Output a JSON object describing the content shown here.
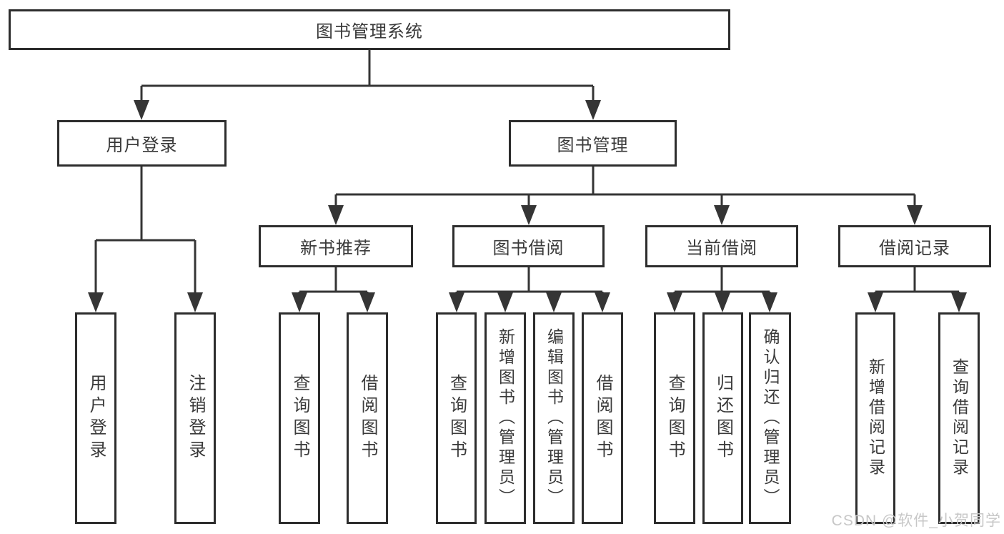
{
  "page": {
    "watermark": "CSDN @软件_小贺同学"
  },
  "tree": {
    "root": {
      "label": "图书管理系统"
    },
    "branches": [
      {
        "label": "用户登录",
        "children": [
          {
            "label": "用户登录"
          },
          {
            "label": "注销登录"
          }
        ]
      },
      {
        "label": "图书管理",
        "children": [
          {
            "label": "新书推荐",
            "children": [
              {
                "label": "查询图书"
              },
              {
                "label": "借阅图书"
              }
            ]
          },
          {
            "label": "图书借阅",
            "children": [
              {
                "label": "查询图书"
              },
              {
                "label": "新增图书（管理员）"
              },
              {
                "label": "编辑图书（管理员）"
              },
              {
                "label": "借阅图书"
              }
            ]
          },
          {
            "label": "当前借阅",
            "children": [
              {
                "label": "查询图书"
              },
              {
                "label": "归还图书"
              },
              {
                "label": "确认归还（管理员）"
              }
            ]
          },
          {
            "label": "借阅记录",
            "children": [
              {
                "label": "新增借阅记录"
              },
              {
                "label": "查询借阅记录"
              }
            ]
          }
        ]
      }
    ]
  }
}
